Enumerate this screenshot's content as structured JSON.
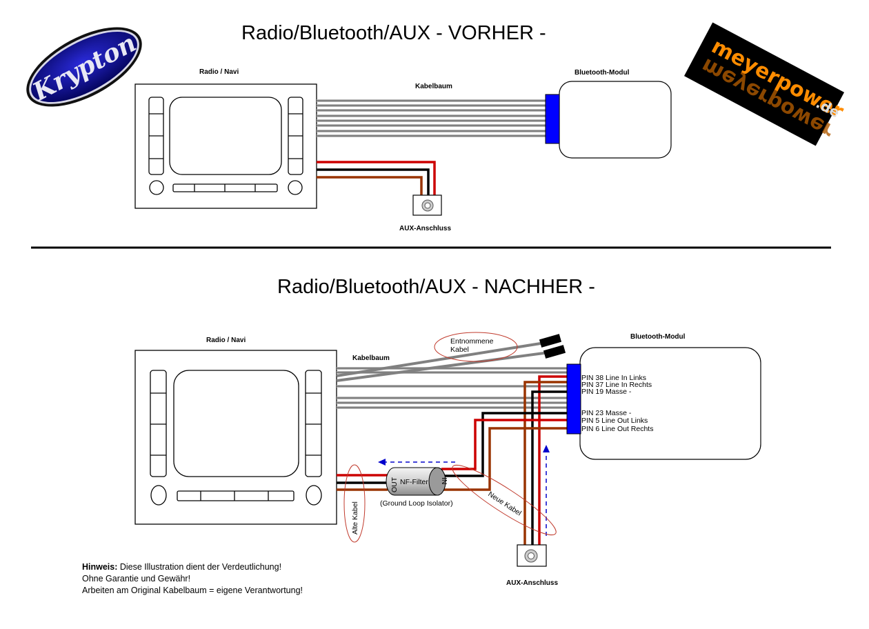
{
  "before": {
    "title": "Radio/Bluetooth/AUX  - VORHER -",
    "radio_label": "Radio / Navi",
    "harness_label": "Kabelbaum",
    "bt_label": "Bluetooth-Modul",
    "aux_label": "AUX-Anschluss"
  },
  "after": {
    "title": "Radio/Bluetooth/AUX  - NACHHER -",
    "radio_label": "Radio / Navi",
    "harness_label": "Kabelbaum",
    "bt_label": "Bluetooth-Modul",
    "aux_label": "AUX-Anschluss",
    "removed_cables_line1": "Entnommene",
    "removed_cables_line2": "Kabel",
    "old_cables": "Alte Kabel",
    "new_cables": "Neue Kabel",
    "filter_name": "NF-Filter",
    "filter_out": "OUT",
    "filter_in": "IN",
    "filter_subtitle": "(Ground Loop Isolator)",
    "pins": [
      "PIN 38 Line In Links",
      "PIN 37 Line In Rechts",
      "PIN 19 Masse -",
      "PIN 23 Masse -",
      "PIN 5 Line Out  Links",
      "PIN 6 Line Out   Rechts"
    ]
  },
  "logos": {
    "left": "Krypton",
    "right": "meyerpower",
    "right_suffix": ".de"
  },
  "note": {
    "bold": "Hinweis:",
    "line1": " Diese Illustration dient der Verdeutlichung!",
    "line2": "Ohne Garantie und Gewähr!",
    "line3": "Arbeiten am Original Kabelbaum = eigene Verantwortung!"
  },
  "colors": {
    "red_wire": "#cc0000",
    "black_wire": "#000000",
    "brown_wire": "#993300",
    "harness_grey": "#808080",
    "connector_blue": "#0000ff",
    "annotation_red": "#c0392b",
    "arrow_blue": "#0000cc",
    "logo_orange": "#ff8c00"
  }
}
